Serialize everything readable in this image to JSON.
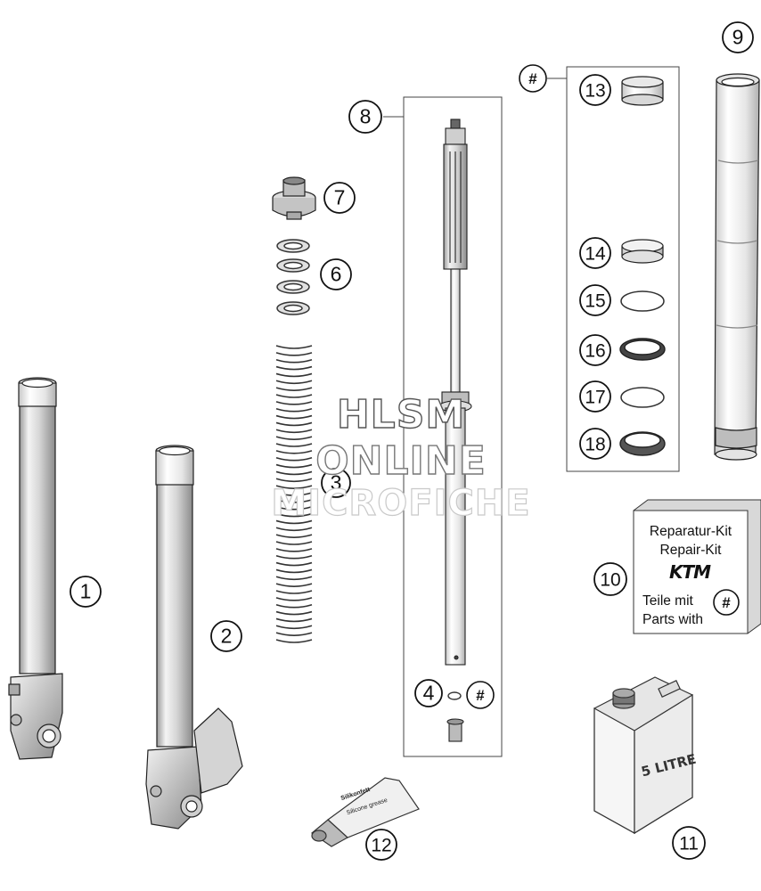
{
  "watermark": {
    "line1": "HLSM",
    "line2": "ONLINE",
    "line3": "MICROFICHE"
  },
  "callouts": [
    {
      "id": "1",
      "label": "1"
    },
    {
      "id": "2",
      "label": "2"
    },
    {
      "id": "3",
      "label": "3"
    },
    {
      "id": "4",
      "label": "4"
    },
    {
      "id": "6",
      "label": "6"
    },
    {
      "id": "7",
      "label": "7"
    },
    {
      "id": "8",
      "label": "8"
    },
    {
      "id": "9",
      "label": "9"
    },
    {
      "id": "10",
      "label": "10"
    },
    {
      "id": "11",
      "label": "11"
    },
    {
      "id": "12",
      "label": "12"
    },
    {
      "id": "13",
      "label": "13"
    },
    {
      "id": "14",
      "label": "14"
    },
    {
      "id": "15",
      "label": "15"
    },
    {
      "id": "16",
      "label": "16"
    },
    {
      "id": "17",
      "label": "17"
    },
    {
      "id": "18",
      "label": "18"
    }
  ],
  "hash_marker": "#",
  "repair_kit": {
    "line1": "Reparatur-Kit",
    "line2": "Repair-Kit",
    "brand": "KTM",
    "line3": "Teile mit",
    "line4": "Parts with",
    "marker": "#"
  },
  "oil_container": {
    "text": "5 LITRE"
  },
  "grease_tube": {
    "line1": "Silikonfett",
    "line2": "Silicone grease"
  }
}
